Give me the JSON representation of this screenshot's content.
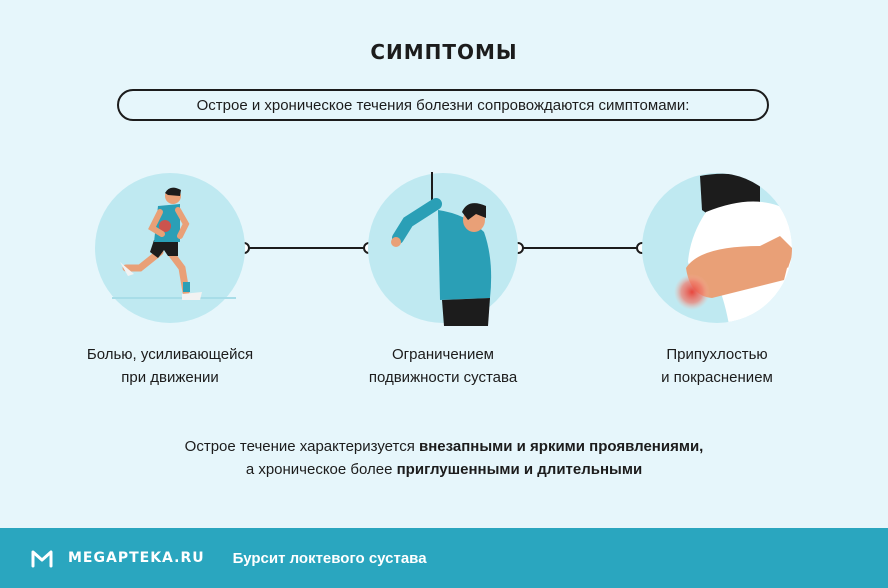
{
  "title": "СИМПТОМЫ",
  "intro": "Острое и хроническое течения болезни сопровождаются симптомами:",
  "symptoms": [
    {
      "line1": "Болью, усиливающейся",
      "line2": "при движении",
      "icon": "running-man-icon"
    },
    {
      "line1": "Ограничением",
      "line2": "подвижности сустава",
      "icon": "hanging-arm-man-icon"
    },
    {
      "line1": "Припухлостью",
      "line2": "и покраснением",
      "icon": "inflamed-elbow-icon"
    }
  ],
  "summary": {
    "p1": "Острое течение характеризуется ",
    "b1": "внезапными и яркими проявлениями,",
    "p2": "а хроническое более ",
    "b2": "приглушенными и длительными"
  },
  "footer": {
    "brand": "MEGAPTEKA.RU",
    "article": "Бурсит локтевого сустава",
    "logo_icon": "megapteka-logo-icon"
  },
  "colors": {
    "background": "#e6f6fb",
    "circle": "#bfe9f1",
    "footer": "#2aa6bf",
    "inflammation": "#e8463c"
  }
}
